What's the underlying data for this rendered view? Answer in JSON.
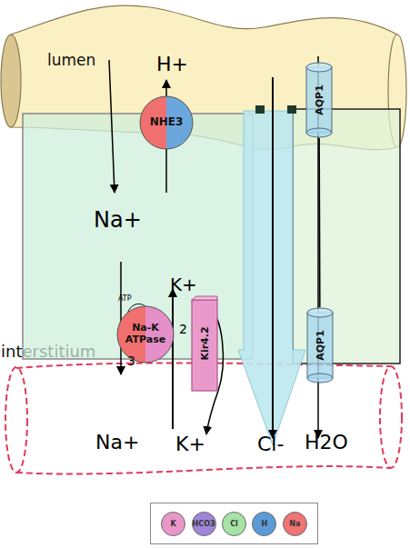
{
  "diagram": {
    "nodes": [
      {
        "text": [
          "lumen"
        ]
      },
      {
        "text": [
          "NHE3"
        ]
      },
      {
        "text": [
          "AQP1"
        ]
      },
      {
        "text": [
          "Na-K ATPase"
        ]
      },
      {
        "text": [
          "Kir4.2"
        ]
      },
      {
        "text": [
          "AQP1"
        ]
      },
      {
        "text": [
          "interstitium"
        ]
      }
    ],
    "edges": [
      {
        "from": 2,
        "to": 5,
        "arrow": "none"
      }
    ],
    "labels": [
      "H+",
      "Na+",
      "K+",
      "ATP",
      "2",
      "3",
      "Na+",
      "K+",
      "Cl-",
      "H2O"
    ],
    "legend": [
      {
        "text": "K",
        "color": "#e996c8"
      },
      {
        "text": "HCO3",
        "color": "#9f86d8"
      },
      {
        "text": "Cl",
        "color": "#a6e3a4"
      },
      {
        "text": "H",
        "color": "#5b9bd5"
      },
      {
        "text": "Na",
        "color": "#f07474"
      }
    ]
  }
}
